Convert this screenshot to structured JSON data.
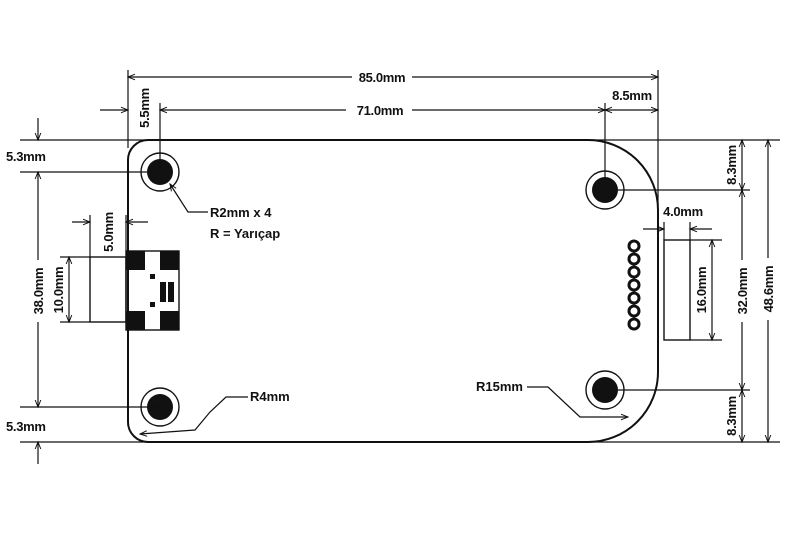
{
  "dimensions": {
    "overall_width": "85.0mm",
    "hole_spacing": "71.0mm",
    "left_hole_offset": "5.5mm",
    "right_hole_offset": "8.5mm",
    "top_hole_offset_left": "5.3mm",
    "bottom_hole_offset_left": "5.3mm",
    "left_hole_spacing": "38.0mm",
    "usb_width": "5.0mm",
    "usb_height": "10.0mm",
    "connector_width": "4.0mm",
    "connector_height": "16.0mm",
    "right_hole_spacing": "32.0mm",
    "overall_height": "48.6mm",
    "top_hole_offset_right": "8.3mm",
    "bottom_hole_offset_right": "8.3mm"
  },
  "annotations": {
    "hole_radius": "R2mm x 4",
    "radius_legend": "R = Yarıçap",
    "small_corner_radius": "R4mm",
    "large_corner_radius": "R15mm"
  }
}
